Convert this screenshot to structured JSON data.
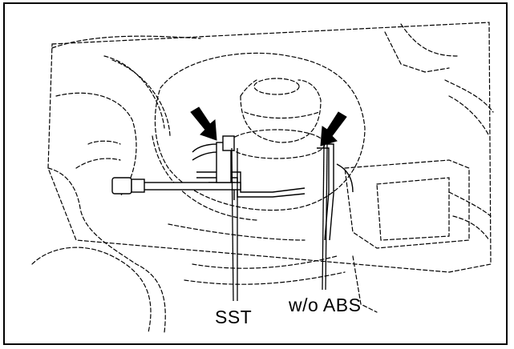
{
  "figure": {
    "callouts": [
      {
        "id": "sst",
        "label": "SST"
      },
      {
        "id": "abs",
        "label": "w/o ABS"
      }
    ],
    "colors": {
      "ink": "#000000",
      "background": "#ffffff"
    }
  }
}
